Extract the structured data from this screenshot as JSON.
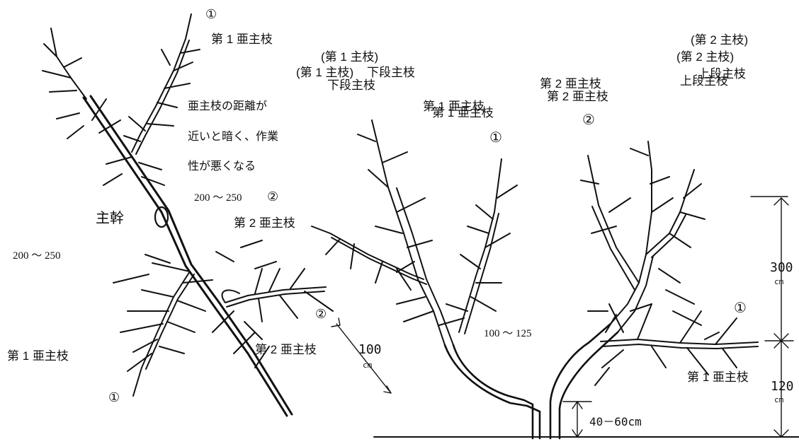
{
  "figure": {
    "left_tree": {
      "marker_top": "①",
      "marker_mid": "②",
      "marker_lower": "②",
      "marker_bottom": "①",
      "label_first_sub_top": "第 1 亜主枝",
      "note_line1": "亜主枝の距離が",
      "note_line2": "近いと暗く、作業",
      "note_line3": "性が悪くなる",
      "distance_upper": "200 ～ 250",
      "trunk": "主幹",
      "label_second_sub_mid": "第 2 亜主枝",
      "distance_left": "200 ～ 250",
      "label_first_sub_bottom": "第 1 亜主枝",
      "label_second_sub_bottom": "第 2 亜主枝"
    },
    "right_tree": {
      "lower_main_a_line1": "(第 1 主枝)",
      "lower_main_a_line2": "下段主枝",
      "lower_main_b_line1": "(第 1 主枝)",
      "lower_main_b_line2": "下段主枝",
      "first_sub_a": "第 1 亜主枝",
      "first_sub_b": "第 1 亜主枝",
      "marker_first_sub": "①",
      "second_sub_a": "第 2 亜主枝",
      "second_sub_b": "第 2 亜主枝",
      "marker_second_sub": "②",
      "upper_main_a_line1": "(第 2 主枝)",
      "upper_main_a_line2": "上段主枝",
      "upper_main_b_line1": "(第 2 主枝)",
      "upper_main_b_line2": "上段主枝",
      "second_sub_left": "第 2 亜主枝",
      "marker_right": "①",
      "first_sub_right": "第 1 亜主枝",
      "distance_mid": "100 ～ 125",
      "dim_100": "100",
      "dim_100_unit": "cm",
      "dim_300": "300",
      "dim_300_unit": "cm",
      "dim_120": "120",
      "dim_120_unit": "cm",
      "dim_40_60": "40－60cm"
    }
  }
}
